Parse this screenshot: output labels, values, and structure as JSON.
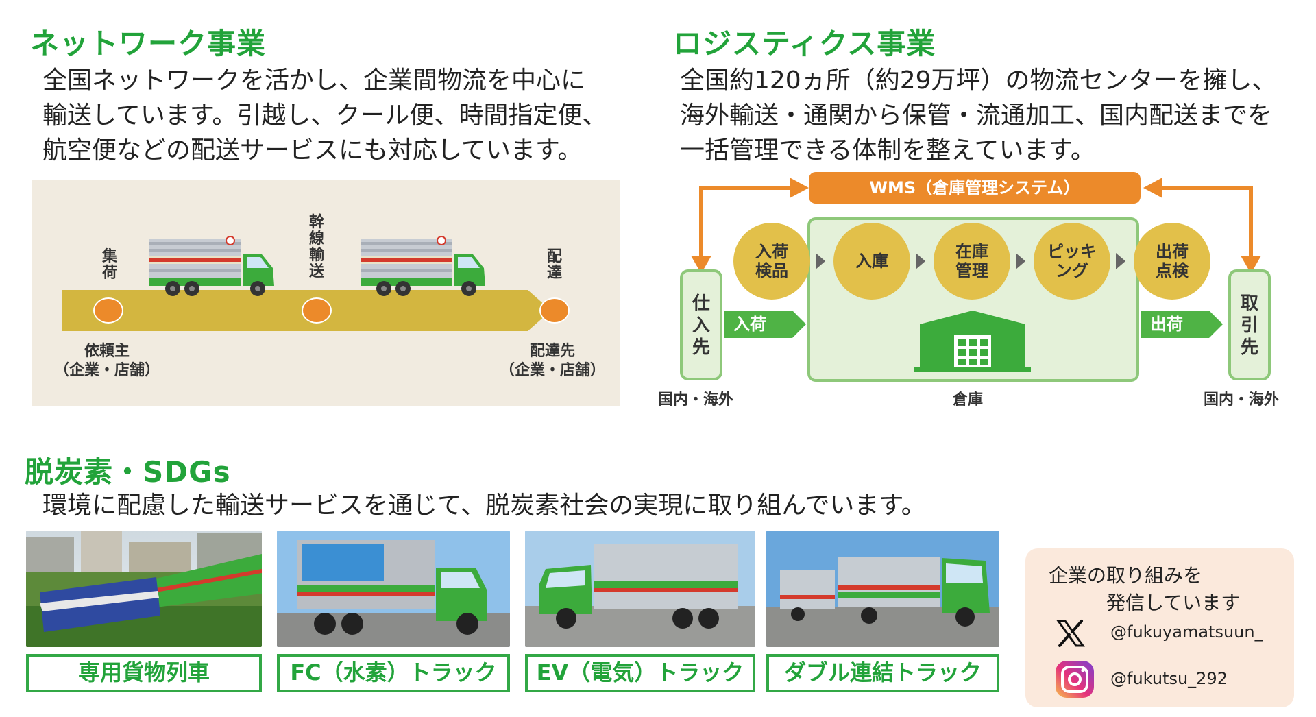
{
  "network": {
    "heading": "ネットワーク事業",
    "description": "全国ネットワークを活かし、企業間物流を中心に\n輸送しています。引越し、クール便、時間指定便、\n航空便などの配送サービスにも対応しています。",
    "stage_pickup": "集荷",
    "stage_trunk": "幹線輸送",
    "stage_delivery": "配達",
    "client_label": "依頼主\n（企業・店舗）",
    "destination_label": "配達先\n（企業・店舗）"
  },
  "logistics": {
    "heading": "ロジスティクス事業",
    "description": "全国約120ヵ所（約29万坪）の物流センターを擁し、\n海外輸送・通関から保管・流通加工、国内配送までを\n一括管理できる体制を整えています。",
    "wms": "WMS（倉庫管理システム）",
    "supplier": "仕入先",
    "customer": "取引先",
    "inbound_arrow": "入荷",
    "outbound_arrow": "出荷",
    "steps": [
      "入荷\n検品",
      "入庫",
      "在庫\n管理",
      "ピッキ\nング",
      "出荷\n点検"
    ],
    "supplier_region": "国内・海外",
    "warehouse_label": "倉庫",
    "customer_region": "国内・海外"
  },
  "sdgs": {
    "heading": "脱炭素・SDGs",
    "description": "環境に配慮した輸送サービスを通じて、脱炭素社会の実現に取り組んでいます。",
    "captions": [
      "専用貨物列車",
      "FC（水素）トラック",
      "EV（電気）トラック",
      "ダブル連結トラック"
    ]
  },
  "social": {
    "title": "企業の取り組みを\n　　　発信しています",
    "x_handle": "@fukuyamatsuun_",
    "instagram_handle": "@fukutsu_292"
  },
  "colors": {
    "heading_green": "#22a33a",
    "orange": "#ec8a2a",
    "gold": "#d3b640"
  }
}
